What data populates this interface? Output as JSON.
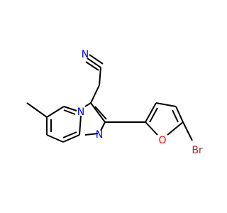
{
  "molecule": {
    "atoms": {
      "nitrile_n": {
        "label": "N",
        "color": "#0000ff"
      },
      "ring_n": {
        "label": "N",
        "color": "#0000ff"
      },
      "imine_n": {
        "label": "N",
        "color": "#0000ff"
      },
      "furan_o": {
        "label": "O",
        "color": "#ff0000"
      },
      "bromine": {
        "label": "Br",
        "color": "#a52a2a"
      }
    }
  }
}
